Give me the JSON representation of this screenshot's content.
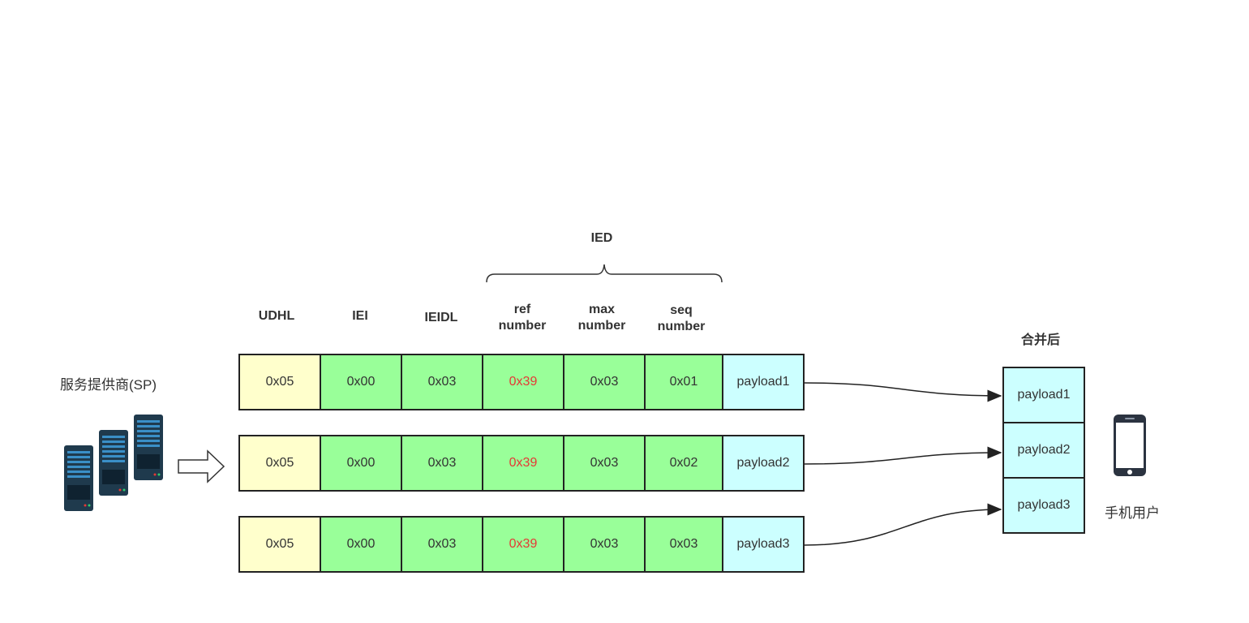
{
  "ied_label": "IED",
  "headers": {
    "udhl": "UDHL",
    "iei": "IEI",
    "ieidl": "IEIDL",
    "ref_number": "ref\nnumber",
    "max_number": "max\nnumber",
    "seq_number": "seq\nnumber"
  },
  "sp_label": "服务提供商(SP)",
  "merged_label": "合并后",
  "user_label": "手机用户",
  "rows": [
    {
      "udhl": "0x05",
      "iei": "0x00",
      "ieidl": "0x03",
      "ref": "0x39",
      "max": "0x03",
      "seq": "0x01",
      "payload": "payload1"
    },
    {
      "udhl": "0x05",
      "iei": "0x00",
      "ieidl": "0x03",
      "ref": "0x39",
      "max": "0x03",
      "seq": "0x02",
      "payload": "payload2"
    },
    {
      "udhl": "0x05",
      "iei": "0x00",
      "ieidl": "0x03",
      "ref": "0x39",
      "max": "0x03",
      "seq": "0x03",
      "payload": "payload3"
    }
  ],
  "merged": [
    "payload1",
    "payload2",
    "payload3"
  ],
  "colors": {
    "udhl_fill": "#ffffcc",
    "ied_fill": "#99ff99",
    "payload_fill": "#ccffff",
    "ref_text": "#e53935",
    "server_dark": "#1f3a4d",
    "server_accent": "#3a8fc7"
  },
  "icons": {
    "servers": "server-rack-icon",
    "arrow": "right-hollow-arrow-icon",
    "phone": "smartphone-icon"
  }
}
